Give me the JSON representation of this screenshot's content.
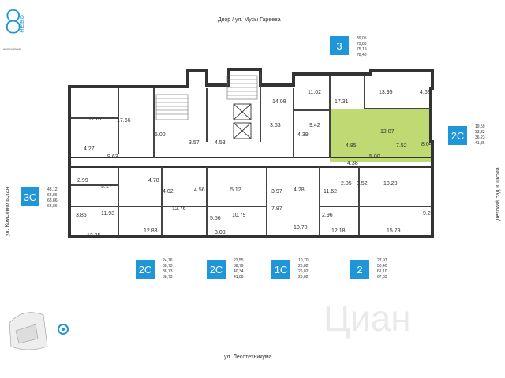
{
  "logo": {
    "number": "8",
    "word": "НЕБО",
    "tagline": "жилой комплекс"
  },
  "streets": {
    "north": "Двор / ул. Мусы Гареева",
    "south": "ул. Лесотехникума",
    "west": "ул. Комсомольская",
    "east": "Детский сад и школа"
  },
  "units": [
    {
      "id": "unit-3",
      "type": "3",
      "areas": [
        "39,05",
        "73,80",
        "75,19",
        "78,43"
      ]
    },
    {
      "id": "unit-2c-east",
      "type": "2C",
      "areas": [
        "19,59",
        "33,82",
        "36,23",
        "41,86"
      ]
    },
    {
      "id": "unit-3c",
      "type": "3C",
      "areas": [
        "43,12",
        "68,86",
        "68,86",
        "68,86"
      ]
    },
    {
      "id": "unit-2c-a",
      "type": "2C",
      "areas": [
        "24,76",
        "38,73",
        "38,73",
        "38,73"
      ]
    },
    {
      "id": "unit-2c-b",
      "type": "2C",
      "areas": [
        "23,55",
        "38,79",
        "40,34",
        "41,88"
      ]
    },
    {
      "id": "unit-1c",
      "type": "1C",
      "areas": [
        "10,70",
        "26,82",
        "26,82",
        "26,82"
      ]
    },
    {
      "id": "unit-2",
      "type": "2",
      "areas": [
        "27,97",
        "58,40",
        "61,10",
        "67,63"
      ]
    }
  ],
  "rooms": [
    "12.61",
    "17.66",
    "5.00",
    "4.27",
    "9.63",
    "3.57",
    "4.53",
    "14.08",
    "11.02",
    "17.31",
    "13.95",
    "4.63",
    "3.63",
    "9.42",
    "4.39",
    "12.07",
    "4.85",
    "7.52",
    "8.04",
    "5.00",
    "4.38",
    "2.99",
    "3.85",
    "5.17",
    "4.78",
    "4.02",
    "4.56",
    "5.12",
    "3.97",
    "4.28",
    "11.62",
    "2.05",
    "3.52",
    "10.28",
    "11.93",
    "12.85",
    "12.83",
    "12.76",
    "5.56",
    "10.79",
    "3.09",
    "7.87",
    "10.70",
    "2.96",
    "12.18",
    "15.79",
    "9.29"
  ],
  "watermark": "Циан",
  "highlight_color": "#b5d35a",
  "accent_color": "#1e96d8"
}
